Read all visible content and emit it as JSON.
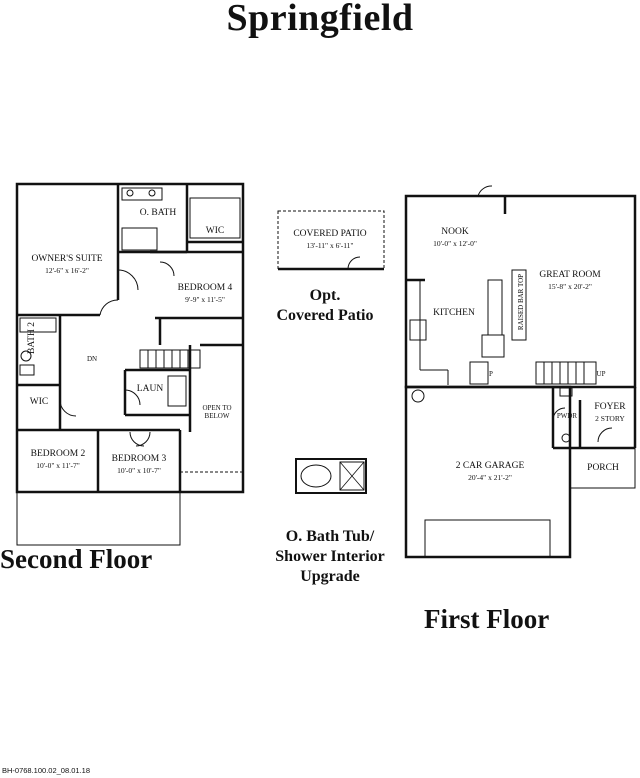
{
  "title": "Springfield",
  "second_floor": {
    "label": "Second Floor",
    "rooms": {
      "owners_suite": {
        "name": "OWNER'S SUITE",
        "dim": "12'-6\" x 16'-2\""
      },
      "o_bath": {
        "name": "O. BATH"
      },
      "wic_upper": {
        "name": "WIC"
      },
      "bedroom4": {
        "name": "BEDROOM 4",
        "dim": "9'-9\" x 11'-5\""
      },
      "bath2": {
        "name": "BATH 2"
      },
      "wic_lower": {
        "name": "WIC"
      },
      "laun": {
        "name": "LAUN"
      },
      "open_to_below": {
        "name": "OPEN TO BELOW"
      },
      "dn": {
        "name": "DN"
      },
      "bedroom2": {
        "name": "BEDROOM 2",
        "dim": "10'-0\" x 11'-7\""
      },
      "bedroom3": {
        "name": "BEDROOM 3",
        "dim": "10'-0\" x 10'-7\""
      }
    }
  },
  "option_patio": {
    "room_name": "COVERED PATIO",
    "room_dim": "13'-11\" x 6'-11\"",
    "caption_line1": "Opt.",
    "caption_line2": "Covered Patio"
  },
  "option_tub": {
    "caption_line1": "O. Bath Tub/",
    "caption_line2": "Shower Interior",
    "caption_line3": "Upgrade"
  },
  "first_floor": {
    "label": "First Floor",
    "rooms": {
      "nook": {
        "name": "NOOK",
        "dim": "10'-0\" x 12'-0\""
      },
      "great_room": {
        "name": "GREAT ROOM",
        "dim": "15'-8\" x 20'-2\""
      },
      "kitchen": {
        "name": "KITCHEN"
      },
      "raised_bar": {
        "name": "RAISED BAR TOP"
      },
      "garage": {
        "name": "2 CAR GARAGE",
        "dim": "20'-4\" x 21'-2\""
      },
      "pwdr": {
        "name": "PWDR"
      },
      "foyer": {
        "name": "FOYER",
        "dim": "2 STORY"
      },
      "porch": {
        "name": "PORCH"
      },
      "up": {
        "name": "UP"
      },
      "p": {
        "name": "P"
      }
    }
  },
  "footer": "BH-0768.100.02_08.01.18"
}
